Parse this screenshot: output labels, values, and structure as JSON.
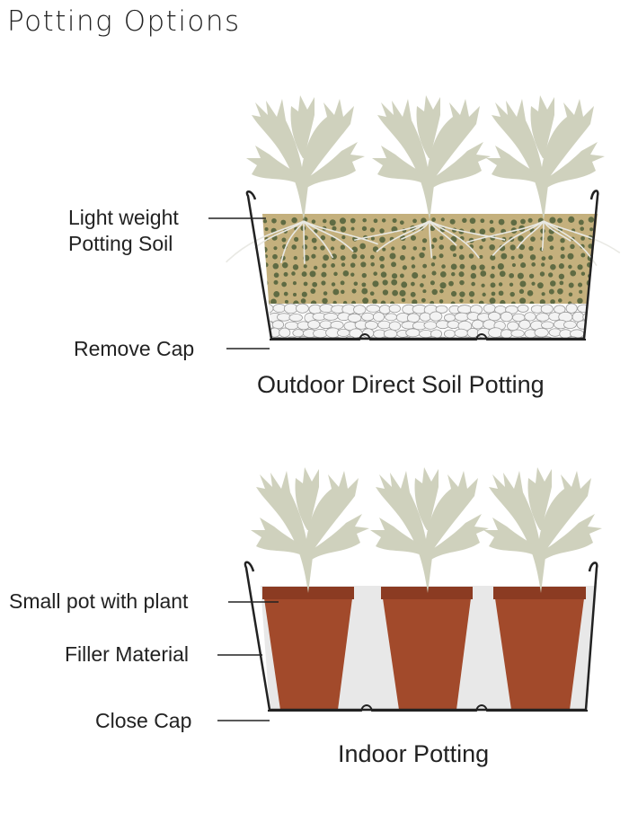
{
  "page": {
    "title": "Potting Options"
  },
  "colors": {
    "soil": "#c4b07d",
    "soil_dots": "#5f6b43",
    "pebbles": "#f3f3f3",
    "pot": "#a24a2b",
    "pot_rim": "#8b3b22",
    "filler": "#e8e8e8",
    "foliage": "#cfd1bd",
    "outline": "#222222"
  },
  "outdoor": {
    "caption": "Outdoor Direct Soil Potting",
    "label_soil_line1": "Light weight",
    "label_soil_line2": "Potting Soil",
    "label_cap": "Remove Cap"
  },
  "indoor": {
    "caption": "Indoor Potting",
    "label_pot": "Small pot with plant",
    "label_filler": "Filler Material",
    "label_cap": "Close Cap"
  }
}
